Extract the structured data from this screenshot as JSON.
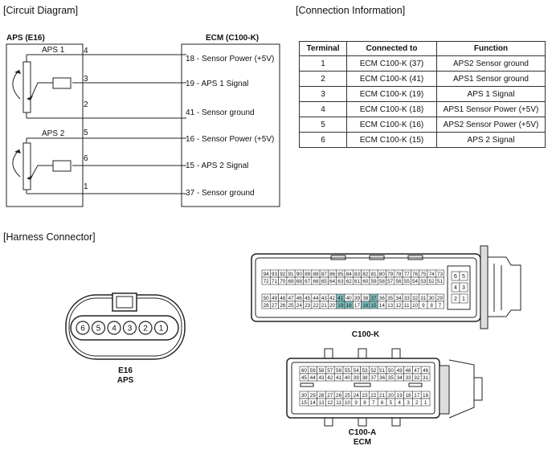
{
  "sections": {
    "circuit_diagram": "[Circuit Diagram]",
    "connection_information": "[Connection Information]",
    "harness_connector": "[Harness Connector]"
  },
  "circuit": {
    "aps_title": "APS (E16)",
    "ecm_title": "ECM (C100-K)",
    "sensor1_label": "APS 1",
    "sensor2_label": "APS 2",
    "pins": [
      "4",
      "3",
      "2",
      "5",
      "6",
      "1"
    ],
    "ecm_terminals": [
      "18 - Sensor Power  (+5V)",
      "19 - APS 1 Signal",
      "41 - Sensor ground",
      "16 - Sensor Power  (+5V)",
      "15 - APS 2 Signal",
      "37 - Sensor ground"
    ]
  },
  "connection_table": {
    "headers": [
      "Terminal",
      "Connected to",
      "Function"
    ],
    "rows": [
      [
        "1",
        "ECM C100-K (37)",
        "APS2 Sensor ground"
      ],
      [
        "2",
        "ECM C100-K (41)",
        "APS1 Sensor ground"
      ],
      [
        "3",
        "ECM C100-K (19)",
        "APS 1 Signal"
      ],
      [
        "4",
        "ECM C100-K (18)",
        "APS1 Sensor Power  (+5V)"
      ],
      [
        "5",
        "ECM C100-K (16)",
        "APS2 Sensor Power  (+5V)"
      ],
      [
        "6",
        "ECM C100-K (15)",
        "APS 2 Signal"
      ]
    ]
  },
  "connectors": {
    "e16_pins": [
      "6",
      "5",
      "4",
      "3",
      "2",
      "1"
    ],
    "e16_label": [
      "E16",
      "APS"
    ],
    "c100k_label": "C100-K",
    "c100a_label": [
      "C100-A",
      "ECM"
    ],
    "c100k_rows": [
      [
        "94",
        "93",
        "92",
        "91",
        "90",
        "89",
        "88",
        "87",
        "86",
        "85",
        "84",
        "83",
        "82",
        "81",
        "80",
        "79",
        "78",
        "77",
        "76",
        "75",
        "74",
        "73"
      ],
      [
        "72",
        "71",
        "70",
        "69",
        "68",
        "67",
        "66",
        "65",
        "64",
        "63",
        "62",
        "61",
        "60",
        "59",
        "58",
        "57",
        "56",
        "55",
        "54",
        "53",
        "52",
        "51"
      ],
      [
        "50",
        "49",
        "48",
        "47",
        "46",
        "45",
        "44",
        "43",
        "42",
        "41",
        "40",
        "39",
        "38",
        "37",
        "36",
        "35",
        "34",
        "33",
        "32",
        "31",
        "30",
        "29"
      ],
      [
        "28",
        "27",
        "26",
        "25",
        "24",
        "23",
        "22",
        "21",
        "20",
        "19",
        "18",
        "17",
        "16",
        "15",
        "14",
        "13",
        "12",
        "11",
        "10",
        "9",
        "8",
        "7"
      ]
    ],
    "c100k_side": [
      [
        "6",
        "5"
      ],
      [
        "4",
        "3"
      ],
      [
        "2",
        "1"
      ]
    ],
    "c100k_highlight": [
      "41",
      "37",
      "19",
      "18",
      "16",
      "15"
    ],
    "highlight_color": "#7fbfbf",
    "c100a_rows": [
      [
        "60",
        "59",
        "58",
        "57",
        "56",
        "55",
        "54",
        "53",
        "52",
        "51",
        "50",
        "49",
        "48",
        "47",
        "46"
      ],
      [
        "45",
        "44",
        "43",
        "42",
        "41",
        "40",
        "39",
        "38",
        "37",
        "36",
        "35",
        "34",
        "33",
        "32",
        "31"
      ],
      [
        "30",
        "29",
        "28",
        "27",
        "26",
        "25",
        "24",
        "23",
        "22",
        "21",
        "20",
        "19",
        "18",
        "17",
        "16"
      ],
      [
        "15",
        "14",
        "13",
        "12",
        "11",
        "10",
        "9",
        "8",
        "7",
        "6",
        "5",
        "4",
        "3",
        "2",
        "1"
      ]
    ]
  }
}
